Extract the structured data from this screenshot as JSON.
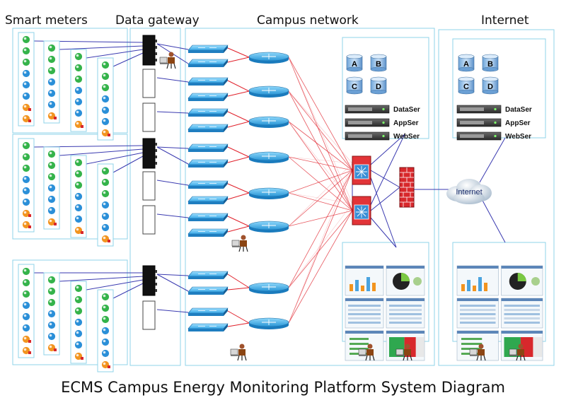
{
  "headers": {
    "smart_meters": "Smart meters",
    "data_gateway": "Data gateway",
    "campus_network": "Campus network",
    "internet": "Internet"
  },
  "servers": {
    "disks": [
      "A",
      "B",
      "C",
      "D"
    ],
    "racks": [
      "DataSer",
      "AppSer",
      "WebSer"
    ]
  },
  "cloud_label": "Internet",
  "caption": "ECMS Campus Energy Monitoring Platform System Diagram",
  "colors": {
    "panel_border": "#8fd3e8",
    "red_link": "#e0202a",
    "blue_link": "#3a3ab0",
    "switch_blue": "#1f8fd0",
    "router_blue": "#1a8cc8",
    "firewall_red": "#d8282c"
  }
}
